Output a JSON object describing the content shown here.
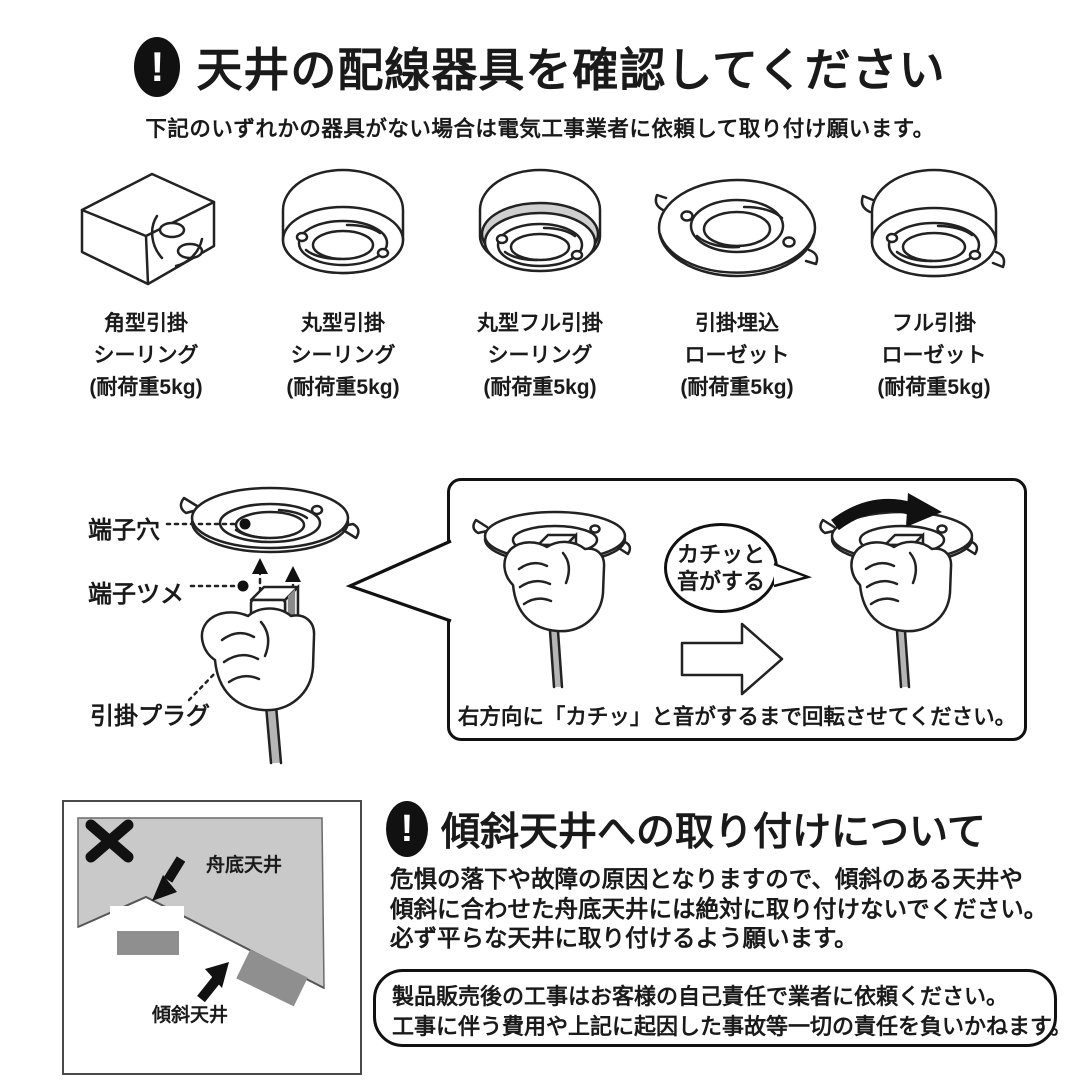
{
  "sec1": {
    "icon_glyph": "!",
    "title": "天井の配線器具を確認してください",
    "subtitle": "下記のいずれかの器具がない場合は電気工事業者に依頼して取り付け願います。",
    "fixtures": [
      {
        "name": "角型引掛",
        "type": "シーリング",
        "capacity": "(耐荷重5kg)"
      },
      {
        "name": "丸型引掛",
        "type": "シーリング",
        "capacity": "(耐荷重5kg)"
      },
      {
        "name": "丸型フル引掛",
        "type": "シーリング",
        "capacity": "(耐荷重5kg)"
      },
      {
        "name": "引掛埋込",
        "type": "ローゼット",
        "capacity": "(耐荷重5kg)"
      },
      {
        "name": "フル引掛",
        "type": "ローゼット",
        "capacity": "(耐荷重5kg)"
      }
    ]
  },
  "sec2": {
    "labels": {
      "hole": "端子穴",
      "claw": "端子ツメ",
      "plug": "引掛プラグ"
    },
    "bubble": {
      "line1": "カチッと",
      "line2": "音がする"
    },
    "caption": "右方向に「カチッ」と音がするまで回転させてください。"
  },
  "sec3": {
    "icon_glyph": "!",
    "title": "傾斜天井への取り付けについて",
    "body_lines": [
      "危惧の落下や故障の原因となりますので、傾斜のある天井や",
      "傾斜に合わせた舟底天井には絶対に取り付けないでください。",
      "必ず平らな天井に取り付けるよう願います。"
    ],
    "diagram": {
      "label_top": "舟底天井",
      "label_bottom": "傾斜天井"
    },
    "note_lines": [
      "製品販売後の工事はお客様の自己責任で業者に依頼ください。",
      "工事に伴う費用や上記に起因した事故等一切の責任を負いかねます。"
    ]
  },
  "colors": {
    "ink": "#1a1a1a",
    "ceiling_gray": "#c9c9c9",
    "fixture_gray": "#8f8f8f"
  }
}
